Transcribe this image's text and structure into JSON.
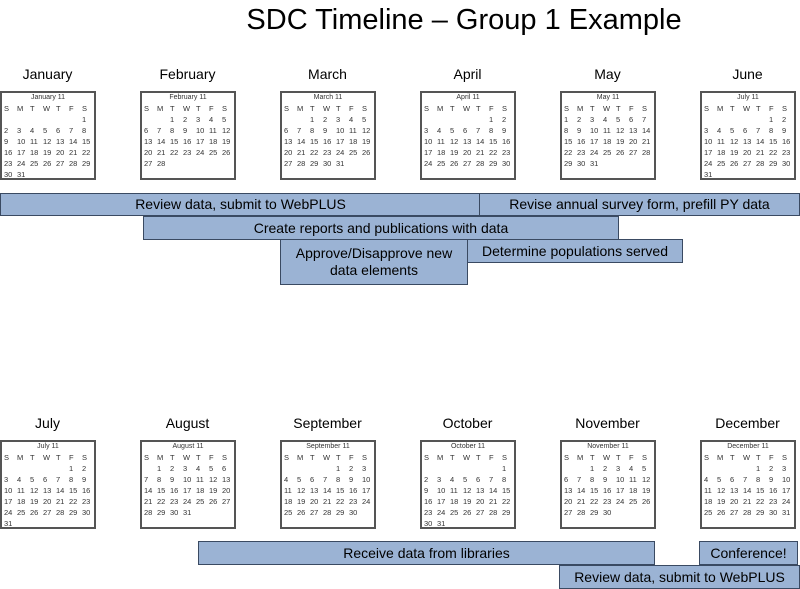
{
  "title": "SDC Timeline – Group 1 Example",
  "weekday_headers": [
    "S",
    "M",
    "T",
    "W",
    "T",
    "F",
    "S"
  ],
  "top_row": [
    {
      "month": "January",
      "header": "January 11",
      "first_weekday": 6,
      "days": 31
    },
    {
      "month": "February",
      "header": "February 11",
      "first_weekday": 2,
      "days": 28
    },
    {
      "month": "March",
      "header": "March 11",
      "first_weekday": 2,
      "days": 31
    },
    {
      "month": "April",
      "header": "April 11",
      "first_weekday": 5,
      "days": 30
    },
    {
      "month": "May",
      "header": "May 11",
      "first_weekday": 0,
      "days": 31
    },
    {
      "month": "June",
      "header": "July 11",
      "first_weekday": 5,
      "days": 31
    }
  ],
  "bottom_row": [
    {
      "month": "July",
      "header": "July 11",
      "first_weekday": 5,
      "days": 31
    },
    {
      "month": "August",
      "header": "August 11",
      "first_weekday": 1,
      "days": 31
    },
    {
      "month": "September",
      "header": "September 11",
      "first_weekday": 4,
      "days": 30
    },
    {
      "month": "October",
      "header": "October 11",
      "first_weekday": 6,
      "days": 31
    },
    {
      "month": "November",
      "header": "November 11",
      "first_weekday": 2,
      "days": 30
    },
    {
      "month": "December",
      "header": "December 11",
      "first_weekday": 4,
      "days": 31
    }
  ],
  "tasks": {
    "review_top": "Review data, submit to WebPLUS",
    "revise_survey": "Revise annual survey form, prefill PY data",
    "create_reports": "Create reports and publications with data",
    "approve": "Approve/Disapprove new data elements",
    "populations": "Determine populations served",
    "receive": "Receive data from libraries",
    "conference": "Conference!",
    "review_bottom": "Review data, submit to WebPLUS"
  },
  "colors": {
    "bar_fill": "#9bb3d4",
    "bar_border": "#3a4a62"
  }
}
